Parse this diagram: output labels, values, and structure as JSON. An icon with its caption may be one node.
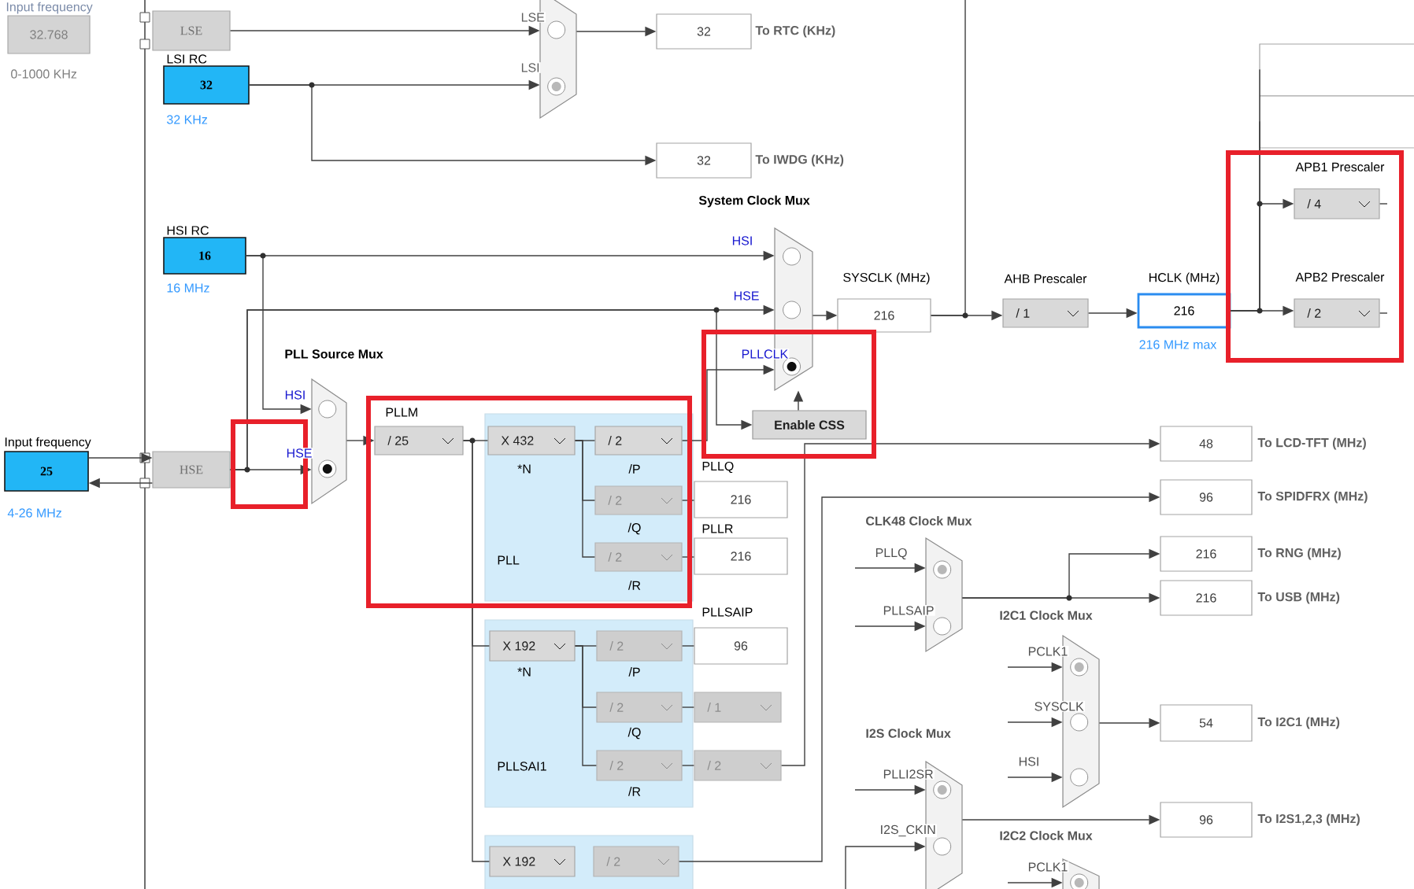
{
  "diagram": {
    "nodes": [
      {
        "text": [
          "Input frequency",
          "32.768"
        ],
        "beside": [
          "0-1000 KHz"
        ]
      },
      {
        "text": [
          "LSE"
        ]
      },
      {
        "text": [
          "LSI RC",
          "32"
        ],
        "beside": [
          "32 KHz"
        ]
      },
      {
        "text": [],
        "shape": "trapezoid"
      },
      {
        "text": [
          "32"
        ],
        "beside": [
          "To RTC (KHz)"
        ]
      },
      {
        "text": [
          "32"
        ],
        "beside": [
          "To IWDG (KHz)"
        ]
      },
      {
        "text": [
          "HSI RC",
          "16"
        ],
        "beside": [
          "16 MHz"
        ]
      },
      {
        "text": [
          "Input frequency",
          "25"
        ],
        "beside": [
          "4-26 MHz"
        ]
      },
      {
        "text": [
          "HSE"
        ]
      },
      {
        "text": [
          "PLL Source Mux"
        ]
      },
      {
        "text": [
          "System Clock Mux"
        ]
      },
      {
        "text": [
          "SYSCLK (MHz)",
          "216"
        ]
      },
      {
        "text": [
          "AHB Prescaler",
          "/ 1"
        ]
      },
      {
        "text": [
          "HCLK (MHz)",
          "216"
        ],
        "beside": [
          "216 MHz max"
        ]
      },
      {
        "text": [
          "APB1 Prescaler",
          "/ 4"
        ]
      },
      {
        "text": [
          "APB2 Prescaler",
          "/ 2"
        ]
      },
      {
        "text": [],
        "shape": "box"
      },
      {
        "text": [],
        "shape": "box"
      },
      {
        "text": [
          "Enable CSS"
        ]
      },
      {
        "text": [
          "PLLM",
          "/ 25"
        ]
      },
      {
        "text": [
          "PLL"
        ]
      },
      {
        "text": [
          "X 432"
        ],
        "in": 20,
        "beside": [
          "*N"
        ]
      },
      {
        "text": [
          "/ 2"
        ],
        "in": 20,
        "beside": [
          "/P"
        ]
      },
      {
        "text": [
          "/ 2"
        ],
        "in": 20,
        "beside": [
          "/Q"
        ]
      },
      {
        "text": [
          "/ 2"
        ],
        "in": 20,
        "beside": [
          "/R"
        ]
      },
      {
        "text": [
          "PLLQ",
          "216"
        ]
      },
      {
        "text": [
          "PLLR",
          "216"
        ]
      },
      {
        "text": [
          "PLLSAI1"
        ]
      },
      {
        "text": [
          "X 192"
        ],
        "in": 27,
        "beside": [
          "*N"
        ]
      },
      {
        "text": [
          "/ 2"
        ],
        "in": 27,
        "beside": [
          "/P"
        ]
      },
      {
        "text": [
          "/ 2"
        ],
        "in": 27,
        "beside": [
          "/Q"
        ]
      },
      {
        "text": [
          "/ 2"
        ],
        "in": 27,
        "beside": [
          "/R"
        ]
      },
      {
        "text": [
          "PLLSAIP",
          "96"
        ]
      },
      {
        "text": [
          "/ 1"
        ]
      },
      {
        "text": [
          "/ 2"
        ]
      },
      {
        "text": [],
        "shape": "box"
      },
      {
        "text": [
          "X 192"
        ],
        "in": 35
      },
      {
        "text": [
          "/ 2"
        ],
        "in": 35
      },
      {
        "text": [
          "48"
        ],
        "beside": [
          "To LCD-TFT (MHz)"
        ]
      },
      {
        "text": [
          "96"
        ],
        "beside": [
          "To SPIDFRX (MHz)"
        ]
      },
      {
        "text": [
          "CLK48 Clock Mux"
        ]
      },
      {
        "text": [
          "216"
        ],
        "beside": [
          "To RNG (MHz)"
        ]
      },
      {
        "text": [
          "216"
        ],
        "beside": [
          "To USB (MHz)"
        ]
      },
      {
        "text": [
          "I2C1 Clock Mux"
        ]
      },
      {
        "text": [
          "54"
        ],
        "beside": [
          "To I2C1 (MHz)"
        ]
      },
      {
        "text": [
          "I2S Clock Mux"
        ]
      },
      {
        "text": [
          "96"
        ],
        "beside": [
          "To I2S1,2,3 (MHz)"
        ]
      },
      {
        "text": [
          "I2C2 Clock Mux"
        ]
      }
    ],
    "edges": [
      {
        "from": 1,
        "to": 3,
        "arrow": "to",
        "label": "LSE"
      },
      {
        "from": 2,
        "to": 3,
        "arrow": "to",
        "label": "LSI"
      },
      {
        "from": 2,
        "to": 5,
        "arrow": "to"
      },
      {
        "from": 3,
        "to": 4,
        "arrow": "to"
      },
      {
        "from": 6,
        "to": 10,
        "arrow": "to",
        "label": "HSI"
      },
      {
        "from": 6,
        "to": 9,
        "arrow": "to",
        "label": "HSI"
      },
      {
        "from": 7,
        "to": 8,
        "arrow": "to"
      },
      {
        "from": 8,
        "to": 7,
        "arrow": "to"
      },
      {
        "from": 8,
        "to": 9,
        "arrow": "to",
        "label": "HSE"
      },
      {
        "from": 8,
        "to": 10,
        "arrow": "to",
        "label": "HSE"
      },
      {
        "from": 8,
        "to": 18,
        "arrow": "to"
      },
      {
        "from": 9,
        "to": 19,
        "arrow": "to"
      },
      {
        "from": 19,
        "to": 21,
        "arrow": "none"
      },
      {
        "from": 19,
        "to": 28,
        "arrow": "none"
      },
      {
        "from": 19,
        "to": 36,
        "arrow": "none"
      },
      {
        "from": 21,
        "to": 22,
        "arrow": "none"
      },
      {
        "from": 21,
        "to": 23,
        "arrow": "none"
      },
      {
        "from": 21,
        "to": 24,
        "arrow": "none"
      },
      {
        "from": 22,
        "to": 10,
        "arrow": "to",
        "label": "PLLCLK"
      },
      {
        "from": 23,
        "to": 25,
        "arrow": "none"
      },
      {
        "from": 24,
        "to": 26,
        "arrow": "none"
      },
      {
        "from": 10,
        "to": 11,
        "arrow": "to"
      },
      {
        "from": 11,
        "to": 12,
        "arrow": "to"
      },
      {
        "from": 11,
        "to": null,
        "arrow": "none"
      },
      {
        "from": 12,
        "to": 13,
        "arrow": "to"
      },
      {
        "from": 13,
        "to": 14,
        "arrow": "to"
      },
      {
        "from": 13,
        "to": 15,
        "arrow": "to"
      },
      {
        "from": 13,
        "to": 16,
        "arrow": "none"
      },
      {
        "from": 13,
        "to": 17,
        "arrow": "none"
      },
      {
        "from": 14,
        "to": null,
        "arrow": "none"
      },
      {
        "from": 15,
        "to": null,
        "arrow": "none"
      },
      {
        "from": 18,
        "to": 10,
        "arrow": "to"
      },
      {
        "from": 28,
        "to": 29,
        "arrow": "none"
      },
      {
        "from": 28,
        "to": 30,
        "arrow": "none"
      },
      {
        "from": 28,
        "to": 31,
        "arrow": "none"
      },
      {
        "from": 29,
        "to": 32,
        "arrow": "none"
      },
      {
        "from": 30,
        "to": 33,
        "arrow": "none"
      },
      {
        "from": 31,
        "to": 34,
        "arrow": "none"
      },
      {
        "from": 34,
        "to": 38,
        "arrow": "to"
      },
      {
        "from": 37,
        "to": 39,
        "arrow": "to"
      },
      {
        "from": null,
        "to": 40,
        "arrow": "to",
        "label": "PLLQ"
      },
      {
        "from": null,
        "to": 40,
        "arrow": "to",
        "label": "PLLSAIP"
      },
      {
        "from": 40,
        "to": 41,
        "arrow": "to"
      },
      {
        "from": 40,
        "to": 42,
        "arrow": "to"
      },
      {
        "from": null,
        "to": 43,
        "arrow": "to",
        "label": "PCLK1"
      },
      {
        "from": null,
        "to": 43,
        "arrow": "to",
        "label": "SYSCLK"
      },
      {
        "from": null,
        "to": 43,
        "arrow": "to",
        "label": "HSI"
      },
      {
        "from": 43,
        "to": 44,
        "arrow": "to"
      },
      {
        "from": null,
        "to": 45,
        "arrow": "to",
        "label": "PLLI2SR"
      },
      {
        "from": null,
        "to": 45,
        "arrow": "to",
        "label": "I2S_CKIN"
      },
      {
        "from": 45,
        "to": 46,
        "arrow": "to"
      },
      {
        "from": null,
        "to": 47,
        "arrow": "to",
        "label": "PCLK1"
      }
    ]
  }
}
